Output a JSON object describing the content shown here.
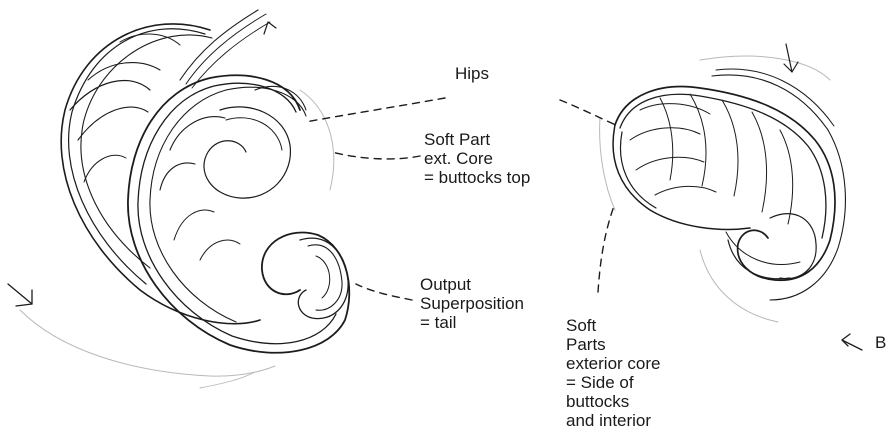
{
  "annotations": {
    "hips": "Hips",
    "soft_part": [
      "Soft Part",
      "ext. Core",
      "= buttocks top"
    ],
    "output": [
      "Output",
      "Superposition",
      "= tail"
    ],
    "soft_parts": [
      "Soft",
      "Parts",
      "exterior core",
      "= Side of",
      "buttocks",
      "and interior"
    ],
    "b": "B"
  }
}
